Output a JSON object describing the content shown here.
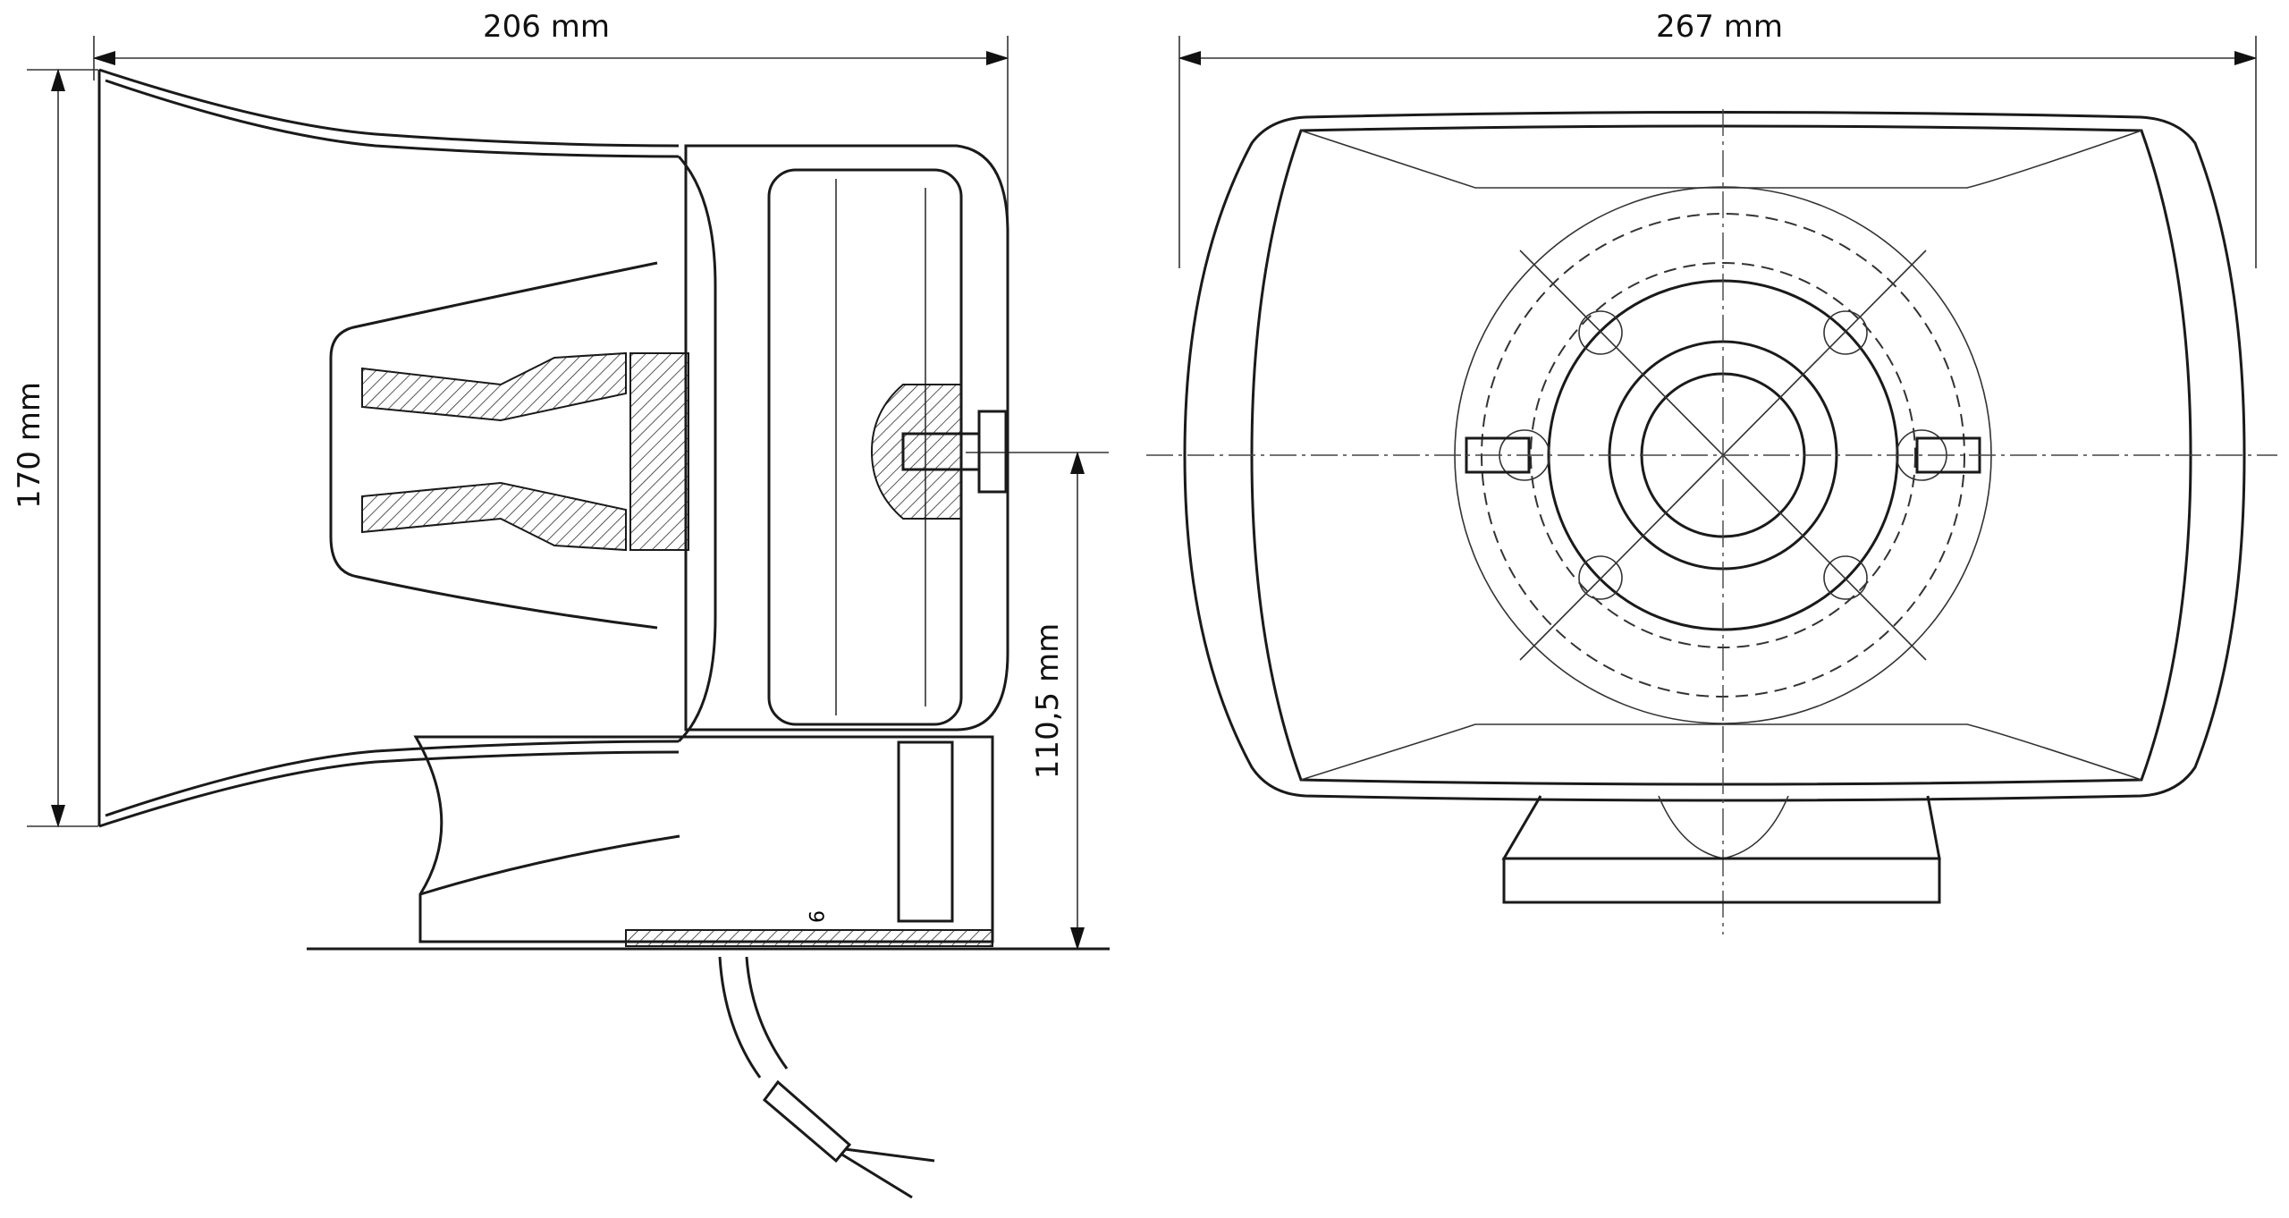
{
  "dimensions": {
    "side_width": "206 mm",
    "side_height": "170 mm",
    "axis_height": "110,5 mm",
    "front_width": "267 mm"
  },
  "annotations": {
    "small_label": "9"
  }
}
